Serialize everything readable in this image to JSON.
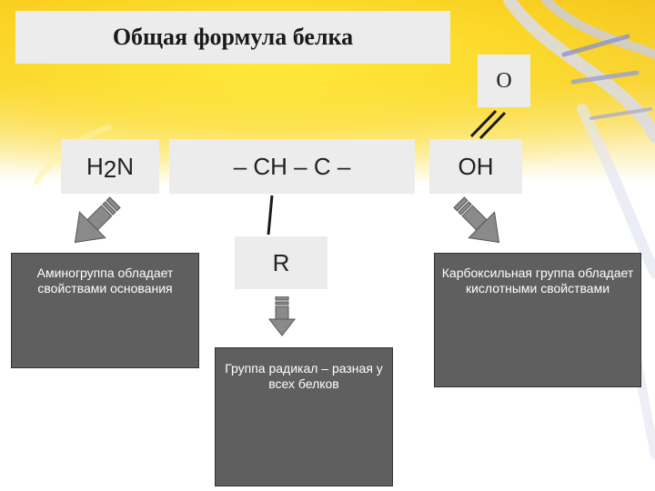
{
  "title": "Общая формула белка",
  "oxygen": "O",
  "amino_group": {
    "main": "H",
    "sub": "2",
    "tail": "N"
  },
  "backbone": "– CH – C –",
  "hydroxyl": "OH",
  "radical": "R",
  "descriptions": {
    "amino": "Аминогруппа обладает свойствами основания",
    "radical": "Группа радикал – разная у всех белков",
    "carboxyl": "Карбоксильная группа обладает кислотными свойствами"
  },
  "colors": {
    "background_yellow": "#f4c21c",
    "box_fill": "#ececec",
    "description_fill": "#5f5f5f"
  }
}
